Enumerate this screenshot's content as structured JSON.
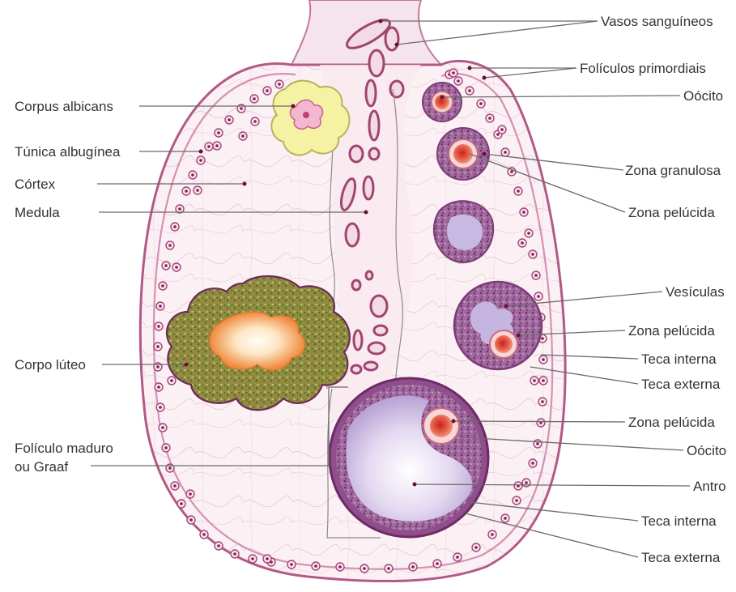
{
  "labels": {
    "vasos_sanguineos": "Vasos sanguíneos",
    "foliculos_primordiais": "Folículos primordiais",
    "oocito_1": "Oócito",
    "zona_granulosa": "Zona granulosa",
    "zona_pelucida_1": "Zona pelúcida",
    "vesiculas": "Vesículas",
    "zona_pelucida_2": "Zona pelúcida",
    "teca_interna_1": "Teca interna",
    "teca_externa_1": "Teca externa",
    "zona_pelucida_3": "Zona pelúcida",
    "oocito_2": "Oócito",
    "antro": "Antro",
    "teca_interna_2": "Teca interna",
    "teca_externa_2": "Teca externa",
    "corpus_albicans": "Corpus albicans",
    "tunica_albuginea": "Túnica albugínea",
    "cortex": "Córtex",
    "medula": "Medula",
    "corpo_luteo": "Corpo lúteo",
    "foliculo_maduro_l1": "Folículo maduro",
    "foliculo_maduro_l2": "ou Graaf"
  },
  "colors": {
    "tissue": "#f7e9ef",
    "membrane": "#b25a86",
    "follicle": "#8e4f8c",
    "antrum": "#c9b6e0",
    "oocyte": "#e0564b",
    "corpus_luteum": "#8a8a3c",
    "corpus_albicans": "#f4f0a0"
  }
}
